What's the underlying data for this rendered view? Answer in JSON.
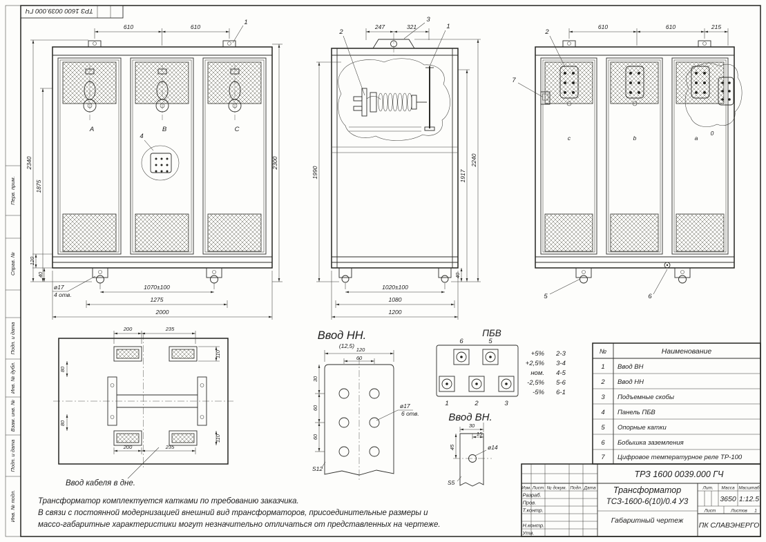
{
  "doc_number": "ТРЗ 1600 0039.000 ГЧ",
  "margin_labels": {
    "l1": "Перв. прим.",
    "l2": "Справ. №",
    "l3": "Подп. и дата",
    "l4": "Инв. № дубл.",
    "l5": "Взам. инв. №",
    "l6": "Подп. и дата",
    "l7": "Инв. № подл."
  },
  "front_view": {
    "top_dims": [
      "610",
      "610"
    ],
    "callout_1": "1",
    "callout_4": "4",
    "phases": [
      "A",
      "B",
      "C"
    ],
    "dim_2340": "2340",
    "dim_1875": "1875",
    "dim_2300": "2300",
    "dim_120": "120",
    "dim_40": "40",
    "hole_dia": "ø17",
    "hole_qty": "4 отв.",
    "dim_1070": "1070±100",
    "dim_1275": "1275",
    "dim_2000": "2000"
  },
  "side_view": {
    "callout_2": "2",
    "callout_3": "3",
    "callout_1": "1",
    "dim_247": "247",
    "dim_321": "321",
    "dim_1990": "1990",
    "dim_2240": "2240",
    "dim_1917": "1917",
    "dim_40": "40",
    "dim_1020": "1020±100",
    "dim_1080": "1080",
    "dim_1200": "1200"
  },
  "back_view": {
    "top_dims": [
      "610",
      "610",
      "215"
    ],
    "callout_2": "2",
    "callout_7": "7",
    "callout_5": "5",
    "callout_6": "6",
    "phases": [
      "c",
      "b",
      "a",
      "0"
    ]
  },
  "base_plan": {
    "top_dims": [
      "200",
      "235"
    ],
    "dim_110_top": "110",
    "dim_80_top": "80",
    "dim_80_bottom": "80",
    "bottom_dims": [
      "200",
      "235"
    ],
    "dim_110_bottom": "110",
    "cable_note": "Ввод кабеля в дне."
  },
  "nn_detail": {
    "title": "Ввод НН.",
    "scale_note": "(12,5)",
    "dim_120": "120",
    "dim_60": "60",
    "dim_30": "30",
    "dim_60a": "60",
    "dim_60b": "60",
    "hole_dia": "ø17",
    "hole_qty": "6 отв.",
    "thickness": "S12"
  },
  "pbv": {
    "title": "ПБВ",
    "top_terms": [
      "6",
      "5"
    ],
    "bottom_terms": [
      "1",
      "2",
      "3"
    ],
    "taps": [
      {
        "pct": "+5%",
        "pair": "2-3"
      },
      {
        "pct": "+2,5%",
        "pair": "3-4"
      },
      {
        "pct": "ном.",
        "pair": "4-5"
      },
      {
        "pct": "-2,5%",
        "pair": "5-6"
      },
      {
        "pct": "-5%",
        "pair": "6-1"
      }
    ]
  },
  "vn_detail": {
    "title": "Ввод ВН.",
    "dim_30": "30",
    "dim_15": "15",
    "dim_45": "45",
    "hole_dia": "ø14",
    "thickness": "S5"
  },
  "parts_table": {
    "header_no": "№",
    "header_name": "Наименование",
    "rows": [
      {
        "no": "1",
        "name": "Ввод ВН"
      },
      {
        "no": "2",
        "name": "Ввод НН"
      },
      {
        "no": "3",
        "name": "Подъемные скобы"
      },
      {
        "no": "4",
        "name": "Панель ПБВ"
      },
      {
        "no": "5",
        "name": "Опорные катки"
      },
      {
        "no": "6",
        "name": "Бобышка заземления"
      },
      {
        "no": "7",
        "name": "Цифровое температурное реле ТР-100"
      }
    ]
  },
  "title_block": {
    "col_izm": "Изм.",
    "col_list": "Лист",
    "col_doc": "№ докум.",
    "col_sign": "Подп.",
    "col_date": "Дата",
    "row_developed": "Разраб.",
    "row_checked": "Пров.",
    "row_tcontrol": "Т.контр.",
    "row_ncontrol": "Н.контр.",
    "row_approved": "Утв.",
    "product": "Трансформатор",
    "model": "ТСЗ-1600-6(10)/0.4 У3",
    "doc_type": "Габаритный чертеж",
    "lit_label": "Лит.",
    "mass_label": "Масса",
    "scale_label": "Масштаб",
    "mass_value": "3650",
    "scale_value": "1:12.5",
    "sheet_label": "Лист",
    "sheets_label": "Листов",
    "sheets_value": "1",
    "company": "ПК СЛАВЭНЕРГО"
  },
  "notes": {
    "line1": "Трансформатор комплектуется катками по требованию заказчика.",
    "line2": "В связи с постоянной модернизацией внешний вид трансформаторов, присоединительные размеры и",
    "line3": "массо-габаритные характеристики могут незначительно отличаться от представленных на чертеже."
  }
}
